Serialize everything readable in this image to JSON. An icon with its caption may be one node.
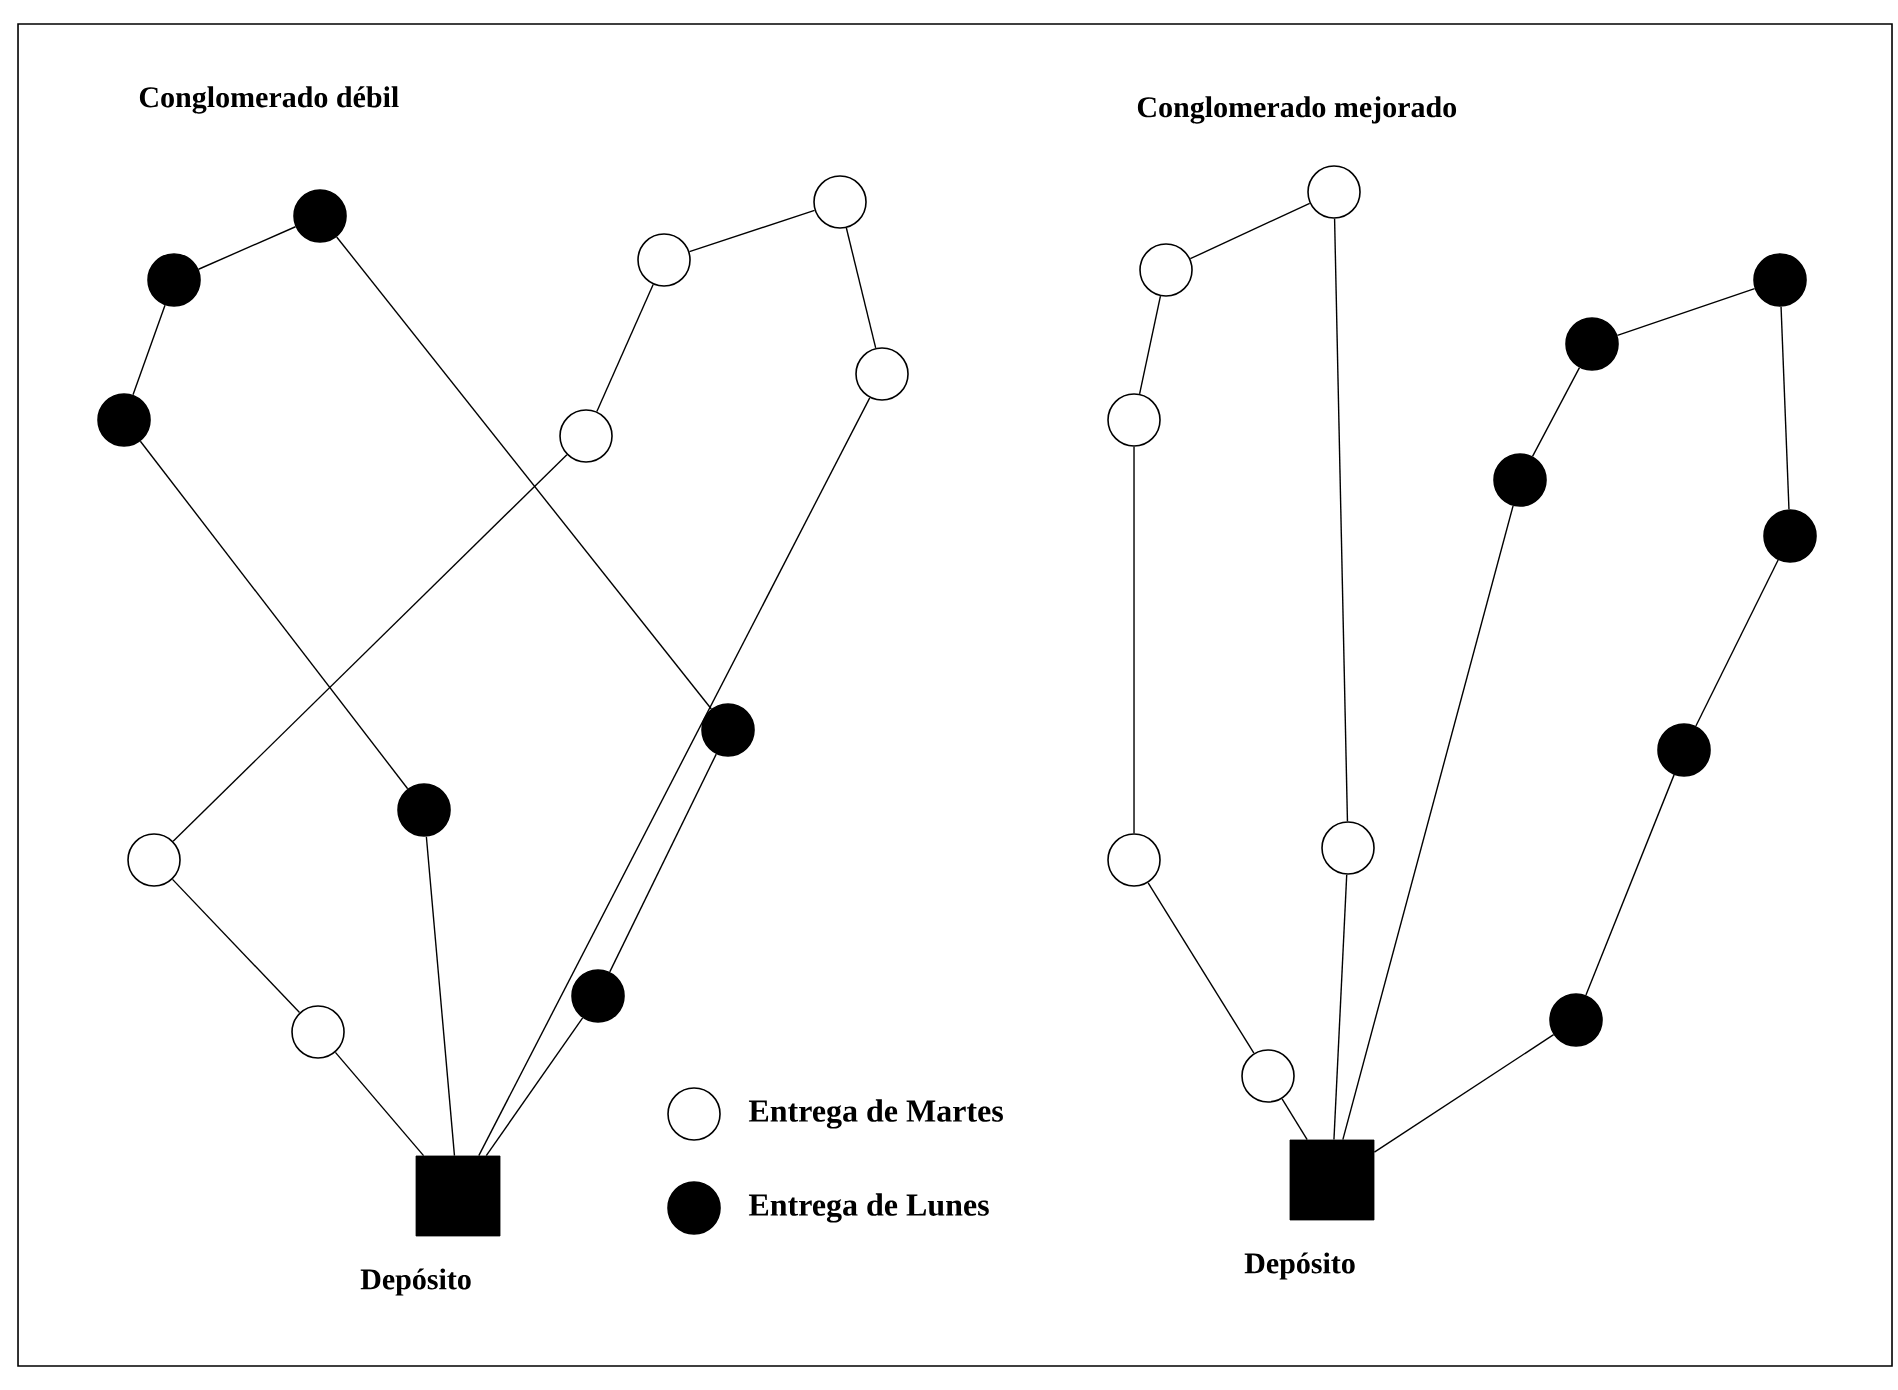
{
  "diagram": {
    "nodes": [
      {
        "text": [],
        "shape": "dot"
      },
      {
        "text": [],
        "shape": "circle"
      },
      {
        "text": [],
        "shape": "circle"
      },
      {
        "text": [],
        "shape": "dot"
      },
      {
        "text": [],
        "shape": "circle"
      },
      {
        "text": [],
        "shape": "dot"
      },
      {
        "text": [],
        "shape": "circle"
      },
      {
        "text": [],
        "shape": "dot"
      },
      {
        "text": [],
        "shape": "dot"
      },
      {
        "text": [],
        "shape": "circle"
      },
      {
        "text": [],
        "shape": "dot"
      },
      {
        "text": [],
        "shape": "circle"
      },
      {
        "text": [],
        "shape": "box",
        "beside": [
          "Depósito"
        ]
      },
      {
        "text": [],
        "shape": "circle"
      },
      {
        "text": [],
        "shape": "circle"
      },
      {
        "text": [],
        "shape": "dot"
      },
      {
        "text": [],
        "shape": "dot"
      },
      {
        "text": [],
        "shape": "circle"
      },
      {
        "text": [],
        "shape": "dot"
      },
      {
        "text": [],
        "shape": "dot"
      },
      {
        "text": [],
        "shape": "dot"
      },
      {
        "text": [],
        "shape": "circle"
      },
      {
        "text": [],
        "shape": "circle"
      },
      {
        "text": [],
        "shape": "dot"
      },
      {
        "text": [],
        "shape": "circle"
      },
      {
        "text": [],
        "shape": "box",
        "beside": [
          "Depósito"
        ]
      }
    ],
    "edges": [
      {
        "from": 12,
        "to": 11,
        "arrow": "none"
      },
      {
        "from": 11,
        "to": 9,
        "arrow": "none"
      },
      {
        "from": 9,
        "to": 6,
        "arrow": "none"
      },
      {
        "from": 6,
        "to": 2,
        "arrow": "none"
      },
      {
        "from": 2,
        "to": 1,
        "arrow": "none"
      },
      {
        "from": 1,
        "to": 4,
        "arrow": "none"
      },
      {
        "from": 4,
        "to": 12,
        "arrow": "none"
      },
      {
        "from": 12,
        "to": 8,
        "arrow": "none"
      },
      {
        "from": 8,
        "to": 5,
        "arrow": "none"
      },
      {
        "from": 5,
        "to": 3,
        "arrow": "none"
      },
      {
        "from": 3,
        "to": 0,
        "arrow": "none"
      },
      {
        "from": 0,
        "to": 7,
        "arrow": "none"
      },
      {
        "from": 7,
        "to": 10,
        "arrow": "none"
      },
      {
        "from": 10,
        "to": 12,
        "arrow": "none"
      },
      {
        "from": 25,
        "to": 24,
        "arrow": "none"
      },
      {
        "from": 24,
        "to": 22,
        "arrow": "none"
      },
      {
        "from": 22,
        "to": 17,
        "arrow": "none"
      },
      {
        "from": 17,
        "to": 14,
        "arrow": "none"
      },
      {
        "from": 14,
        "to": 13,
        "arrow": "none"
      },
      {
        "from": 13,
        "to": 21,
        "arrow": "none"
      },
      {
        "from": 21,
        "to": 25,
        "arrow": "none"
      },
      {
        "from": 25,
        "to": 18,
        "arrow": "none"
      },
      {
        "from": 18,
        "to": 16,
        "arrow": "none"
      },
      {
        "from": 16,
        "to": 15,
        "arrow": "none"
      },
      {
        "from": 15,
        "to": 19,
        "arrow": "none"
      },
      {
        "from": 19,
        "to": 20,
        "arrow": "none"
      },
      {
        "from": 20,
        "to": 23,
        "arrow": "none"
      },
      {
        "from": 23,
        "to": 25,
        "arrow": "none"
      }
    ],
    "labels": [
      "Conglomerado débil",
      "Conglomerado mejorado"
    ],
    "legend": [
      {
        "text": "Entrega de Martes"
      },
      {
        "text": "Entrega de Lunes"
      }
    ]
  }
}
